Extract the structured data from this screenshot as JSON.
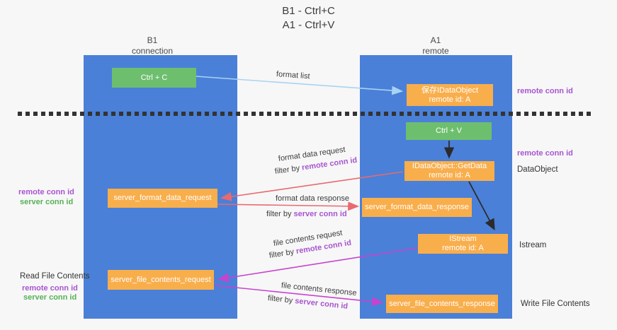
{
  "title": {
    "line1": "B1 - Ctrl+C",
    "line2": "A1 - Ctrl+V"
  },
  "lanes": {
    "left": {
      "name": "B1",
      "role": "connection"
    },
    "right": {
      "name": "A1",
      "role": "remote"
    }
  },
  "nodes": {
    "ctrl_c": {
      "label": "Ctrl + C"
    },
    "ctrl_v": {
      "label": "Ctrl + V"
    },
    "save_dataobject": {
      "line1": "保存IDataObject",
      "line2": "remote id: A"
    },
    "getdata": {
      "line1": "IDataObject::GetData",
      "line2": "remote id: A"
    },
    "istream": {
      "line1": "IStream",
      "line2": "remote id: A"
    },
    "server_format_data_request": {
      "label": "server_format_data_request"
    },
    "server_format_data_response": {
      "label": "server_format_data_response"
    },
    "server_file_contents_request": {
      "label": "server_file_contents_request"
    },
    "server_file_contents_response": {
      "label": "server_file_contents_response"
    }
  },
  "edges": {
    "format_list": {
      "label": "format list"
    },
    "format_data_request": {
      "label": "format data request",
      "filter_prefix": "filter by",
      "filter_key": "remote conn id"
    },
    "format_data_response": {
      "label": "format data response",
      "filter_prefix": "filter by",
      "filter_key": "server conn id"
    },
    "file_contents_request": {
      "label": "file contents request",
      "filter_prefix": "filter by",
      "filter_key": "remote conn id"
    },
    "file_contents_response": {
      "label": "file contents response",
      "filter_prefix": "filter by",
      "filter_key": "server conn id"
    }
  },
  "annotations": {
    "right_top_remote_conn_id": "remote conn id",
    "right_mid_remote_conn_id": "remote conn id",
    "dataobject": "DataObject",
    "istream": "Istream",
    "write_file_contents": "Write File Contents",
    "left_remote_conn_id_1": "remote conn id",
    "left_server_conn_id_1": "server conn id",
    "read_file_contents": "Read File Contents",
    "left_remote_conn_id_2": "remote conn id",
    "left_server_conn_id_2": "server conn id"
  },
  "colors": {
    "lane_blue": "#4a80d8",
    "node_orange": "#f9ae4c",
    "node_green": "#6dbf6e",
    "arrow_light_blue": "#a9d3f2",
    "arrow_red": "#e9696f",
    "arrow_magenta": "#c743cf",
    "arrow_black": "#2b2b2b",
    "text_purple": "#a855d0",
    "text_green": "#56b156",
    "background": "#f7f7f7"
  }
}
